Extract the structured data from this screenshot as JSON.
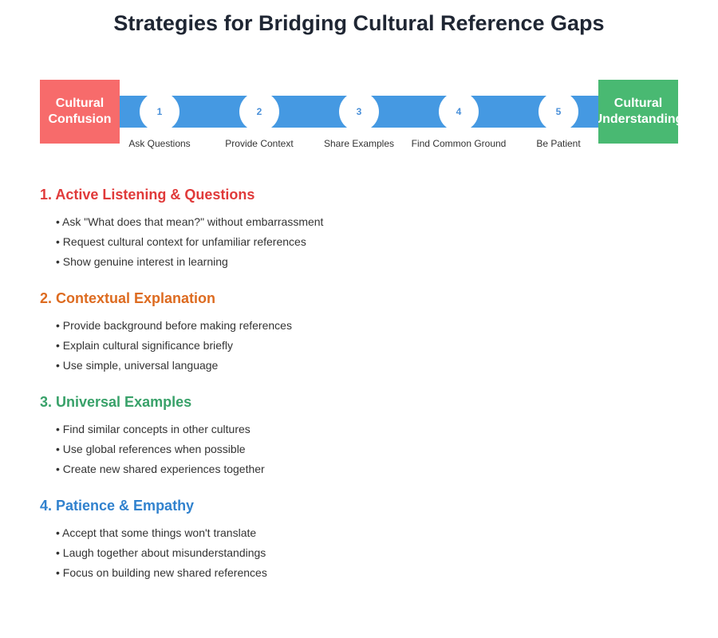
{
  "title": "Strategies for Bridging Cultural Reference Gaps",
  "colors": {
    "start": "#f76b6b",
    "end": "#49b972",
    "bar": "#4599e2",
    "step_text": "#4a90d9",
    "section1": "#e03a3a",
    "section2": "#dd6b20",
    "section3": "#38a169",
    "section4": "#3182ce"
  },
  "bridge": {
    "start_label": [
      "Cultural",
      "Confusion"
    ],
    "end_label": [
      "Cultural",
      "Understanding"
    ],
    "steps": [
      {
        "number": "1",
        "label": "Ask Questions"
      },
      {
        "number": "2",
        "label": "Provide Context"
      },
      {
        "number": "3",
        "label": "Share Examples"
      },
      {
        "number": "4",
        "label": "Find Common Ground"
      },
      {
        "number": "5",
        "label": "Be Patient"
      }
    ]
  },
  "sections": [
    {
      "title": "1. Active Listening & Questions",
      "items": [
        "• Ask \"What does that mean?\" without embarrassment",
        "• Request cultural context for unfamiliar references",
        "• Show genuine interest in learning"
      ]
    },
    {
      "title": "2. Contextual Explanation",
      "items": [
        "• Provide background before making references",
        "• Explain cultural significance briefly",
        "• Use simple, universal language"
      ]
    },
    {
      "title": "3. Universal Examples",
      "items": [
        "• Find similar concepts in other cultures",
        "• Use global references when possible",
        "• Create new shared experiences together"
      ]
    },
    {
      "title": "4. Patience & Empathy",
      "items": [
        "• Accept that some things won't translate",
        "• Laugh together about misunderstandings",
        "• Focus on building new shared references"
      ]
    }
  ]
}
